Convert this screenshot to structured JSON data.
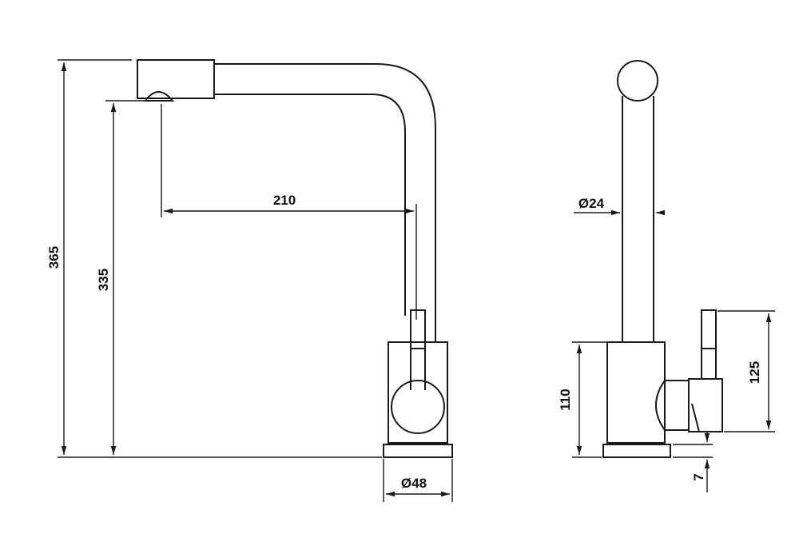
{
  "dimensions": {
    "total_height": "365",
    "spout_height": "335",
    "reach": "210",
    "base_diameter": "Ø48",
    "spout_diameter": "Ø24",
    "body_height": "110",
    "lever_height": "125",
    "base_thickness": "7"
  },
  "colors": {
    "line": "#1a1a1a",
    "background": "#ffffff"
  }
}
